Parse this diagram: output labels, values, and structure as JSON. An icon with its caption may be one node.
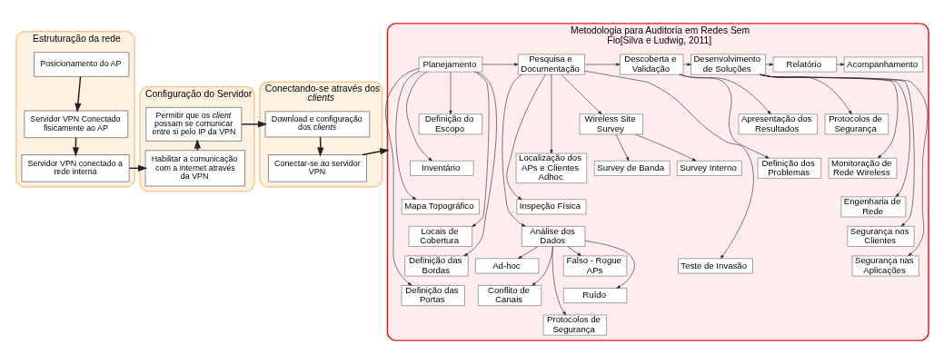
{
  "diagram": {
    "nodes": [
      {
        "text": [
          "Estruturação da rede"
        ]
      },
      {
        "text": [
          "Posicionamento do AP"
        ],
        "in": 0
      },
      {
        "text": [
          "Servidor VPN Conectado fisicamente ao AP"
        ],
        "in": 0
      },
      {
        "text": [
          "Servidor VPN conectado a rede interna"
        ],
        "in": 0
      },
      {
        "text": [
          "Configuração do Servidor"
        ]
      },
      {
        "text": [
          "Permitir que os *client* possam se comunicar entre si pelo IP da VPN"
        ],
        "in": 4
      },
      {
        "text": [
          "Habilitar a comunicação com a internet através da VPN"
        ],
        "in": 4
      },
      {
        "text": [
          "Conectando-se através dos *clients*"
        ]
      },
      {
        "text": [
          "Download e configuração dos *clients*"
        ],
        "in": 7
      },
      {
        "text": [
          "Conectar-se ao servidor VPN"
        ],
        "in": 7
      },
      {
        "text": [
          "Metodologia para Auditoria em Redes Sem Fio[Silva e Ludwig, 2011]"
        ]
      },
      {
        "text": [
          "Planejamento"
        ],
        "in": 10
      },
      {
        "text": [
          "Pesquisa e Documentação"
        ],
        "in": 10
      },
      {
        "text": [
          "Descoberta e Validação"
        ],
        "in": 10
      },
      {
        "text": [
          "Desenvolvimento de Soluções"
        ],
        "in": 10
      },
      {
        "text": [
          "Relatório"
        ],
        "in": 10
      },
      {
        "text": [
          "Acompanhamento"
        ],
        "in": 10
      },
      {
        "text": [
          "Definição do Escopo"
        ],
        "in": 10
      },
      {
        "text": [
          "Inventário"
        ],
        "in": 10
      },
      {
        "text": [
          "Mapa Topográfico"
        ],
        "in": 10
      },
      {
        "text": [
          "Locais de Cobertura"
        ],
        "in": 10
      },
      {
        "text": [
          "Definição das Bordas"
        ],
        "in": 10
      },
      {
        "text": [
          "Definição das Portas"
        ],
        "in": 10
      },
      {
        "text": [
          "Wireless Site Survey"
        ],
        "in": 10
      },
      {
        "text": [
          "Survey de Banda"
        ],
        "in": 10
      },
      {
        "text": [
          "Survey Interno"
        ],
        "in": 10
      },
      {
        "text": [
          "Localização dos APs e Clientes Adhoc"
        ],
        "in": 10
      },
      {
        "text": [
          "Inspeção Física"
        ],
        "in": 10
      },
      {
        "text": [
          "Análise dos Dados"
        ],
        "in": 10
      },
      {
        "text": [
          "Falso - Rogue APs"
        ],
        "in": 10
      },
      {
        "text": [
          "Ad-hoc"
        ],
        "in": 10
      },
      {
        "text": [
          "Ruído"
        ],
        "in": 10
      },
      {
        "text": [
          "Conflito de Canais"
        ],
        "in": 10
      },
      {
        "text": [
          "Protocolos de Segurança"
        ],
        "in": 10
      },
      {
        "text": [
          "Teste de Invasão"
        ],
        "in": 10
      },
      {
        "text": [
          "Apresentação dos Resultados"
        ],
        "in": 10
      },
      {
        "text": [
          "Definição dos Problemas"
        ],
        "in": 10
      },
      {
        "text": [
          "Protocolos de Segurança"
        ],
        "in": 10
      },
      {
        "text": [
          "Monitoração de Rede Wireless"
        ],
        "in": 10
      },
      {
        "text": [
          "Engenharia de Rede"
        ],
        "in": 10
      },
      {
        "text": [
          "Segurança nos Clientes"
        ],
        "in": 10
      },
      {
        "text": [
          "Segurança nas Aplicações"
        ],
        "in": 10
      }
    ],
    "edges": [
      {
        "from": 1,
        "to": 2,
        "arrow": "to"
      },
      {
        "from": 2,
        "to": 3,
        "arrow": "to"
      },
      {
        "from": 3,
        "to": 6,
        "arrow": "to"
      },
      {
        "from": 6,
        "to": 5,
        "arrow": "to"
      },
      {
        "from": 5,
        "to": 8,
        "arrow": "to"
      },
      {
        "from": 8,
        "to": 9,
        "arrow": "to"
      },
      {
        "from": 9,
        "to": 10,
        "arrow": "to"
      },
      {
        "from": 11,
        "to": 12,
        "arrow": "to"
      },
      {
        "from": 12,
        "to": 13,
        "arrow": "to"
      },
      {
        "from": 13,
        "to": 14,
        "arrow": "to"
      },
      {
        "from": 14,
        "to": 15,
        "arrow": "to"
      },
      {
        "from": 15,
        "to": 16,
        "arrow": "to"
      },
      {
        "from": 11,
        "to": 17,
        "arrow": "to"
      },
      {
        "from": 11,
        "to": 18,
        "arrow": "to"
      },
      {
        "from": 11,
        "to": 19,
        "arrow": "to"
      },
      {
        "from": 11,
        "to": 20,
        "arrow": "to"
      },
      {
        "from": 11,
        "to": 21,
        "arrow": "to"
      },
      {
        "from": 11,
        "to": 22,
        "arrow": "to"
      },
      {
        "from": 12,
        "to": 23,
        "arrow": "to"
      },
      {
        "from": 23,
        "to": 24,
        "arrow": "to"
      },
      {
        "from": 23,
        "to": 25,
        "arrow": "to"
      },
      {
        "from": 12,
        "to": 26,
        "arrow": "to"
      },
      {
        "from": 12,
        "to": 27,
        "arrow": "to"
      },
      {
        "from": 12,
        "to": 28,
        "arrow": "to"
      },
      {
        "from": 28,
        "to": 29,
        "arrow": "to"
      },
      {
        "from": 28,
        "to": 30,
        "arrow": "to"
      },
      {
        "from": 28,
        "to": 31,
        "arrow": "to"
      },
      {
        "from": 28,
        "to": 32,
        "arrow": "to"
      },
      {
        "from": 28,
        "to": 33,
        "arrow": "to"
      },
      {
        "from": 12,
        "to": 34,
        "arrow": "to"
      },
      {
        "from": 13,
        "to": 35,
        "arrow": "to"
      },
      {
        "from": 13,
        "to": 36,
        "arrow": "to"
      },
      {
        "from": 14,
        "to": 37,
        "arrow": "to"
      },
      {
        "from": 14,
        "to": 38,
        "arrow": "to"
      },
      {
        "from": 14,
        "to": 39,
        "arrow": "to"
      },
      {
        "from": 14,
        "to": 40,
        "arrow": "to"
      },
      {
        "from": 14,
        "to": 41,
        "arrow": "to"
      }
    ]
  }
}
